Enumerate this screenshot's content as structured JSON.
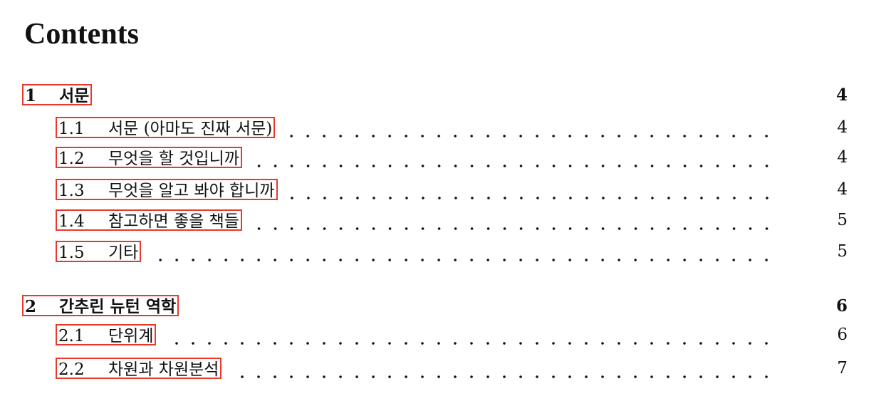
{
  "title": "Contents",
  "entries": [
    {
      "num": "1",
      "label": "서문",
      "page": "4",
      "level": "section"
    },
    {
      "num": "1.1",
      "label": "서문 (아마도 진짜 서문)",
      "page": "4",
      "level": "subsection"
    },
    {
      "num": "1.2",
      "label": "무엇을 할 것입니까",
      "page": "4",
      "level": "subsection"
    },
    {
      "num": "1.3",
      "label": "무엇을 알고 봐야 합니까",
      "page": "4",
      "level": "subsection"
    },
    {
      "num": "1.4",
      "label": "참고하면 좋을 책들",
      "page": "5",
      "level": "subsection"
    },
    {
      "num": "1.5",
      "label": "기타",
      "page": "5",
      "level": "subsection"
    },
    {
      "num": "2",
      "label": "간추린 뉴턴 역학",
      "page": "6",
      "level": "section"
    },
    {
      "num": "2.1",
      "label": "단위계",
      "page": "6",
      "level": "subsection"
    },
    {
      "num": "2.2",
      "label": "차원과 차원분석",
      "page": "7",
      "level": "subsection"
    }
  ],
  "colors": {
    "link_border": "#e8392c",
    "text": "#111111"
  }
}
